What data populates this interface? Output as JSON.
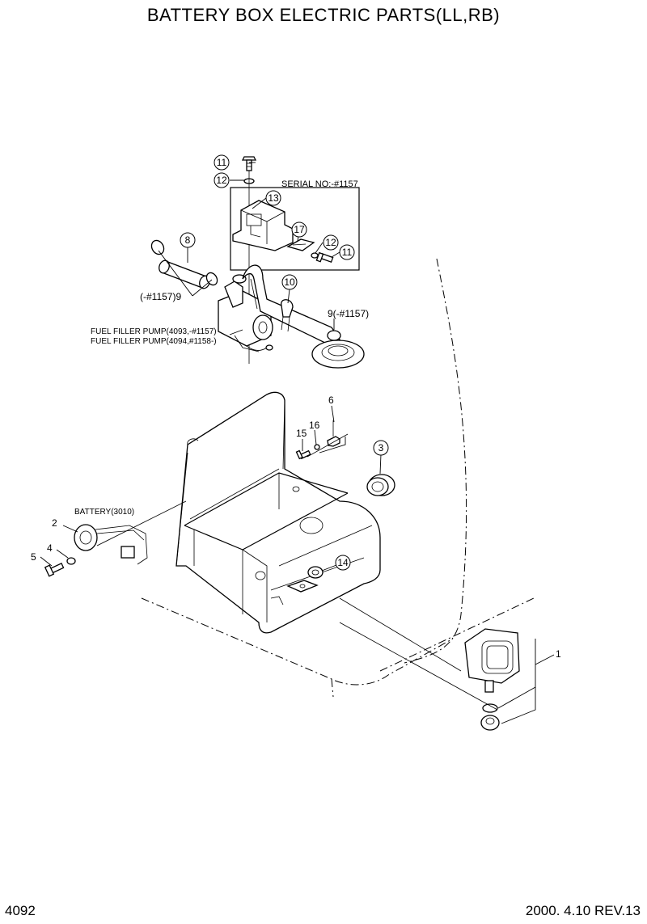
{
  "title": "BATTERY BOX ELECTRIC PARTS(LL,RB)",
  "page_number": "4092",
  "revision": "2000. 4.10  REV.13",
  "notes": {
    "serial": "SERIAL NO:-#1157",
    "pump_1": "FUEL FILLER PUMP(4093,-#1157)",
    "pump_2": "FUEL FILLER PUMP(4094,#1158-)",
    "battery": "BATTERY(3010)",
    "ref_9a": "(-#1157)9",
    "ref_9b": "9(-#1157)"
  },
  "callouts": {
    "c1": "1",
    "c2": "2",
    "c3": "3",
    "c4": "4",
    "c5": "5",
    "c6": "6",
    "c8": "8",
    "c10": "10",
    "c11a": "11",
    "c11b": "11",
    "c12a": "12",
    "c12b": "12",
    "c13": "13",
    "c14": "14",
    "c15": "15",
    "c16": "16",
    "c17": "17"
  }
}
